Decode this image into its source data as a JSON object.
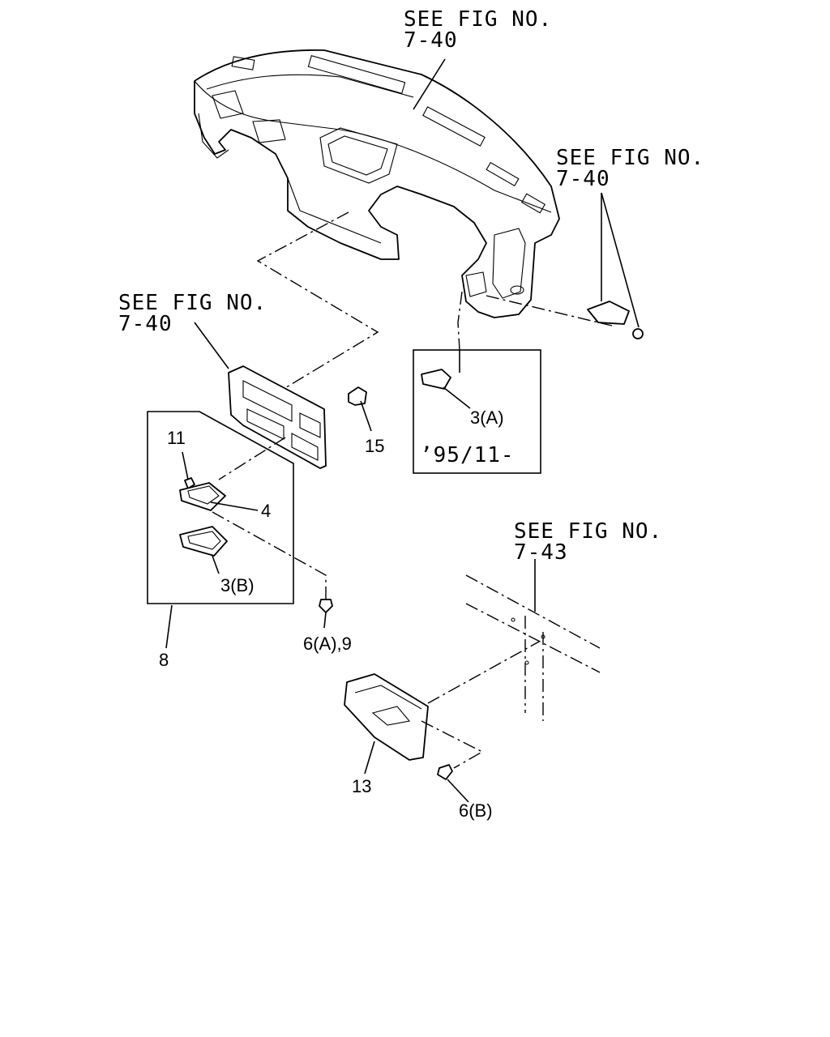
{
  "references": {
    "top": {
      "line1": "SEE FIG NO.",
      "line2": "7-40"
    },
    "right": {
      "line1": "SEE FIG NO.",
      "line2": "7-40"
    },
    "left": {
      "line1": "SEE FIG NO.",
      "line2": "7-40"
    },
    "lower_right": {
      "line1": "SEE FIG NO.",
      "line2": "7-43"
    }
  },
  "callouts": {
    "p3a": "3(A)",
    "date_range": "’95/11-",
    "p15": "15",
    "p11": "11",
    "p4": "4",
    "p3b": "3(B)",
    "p6a9": "6(A),9",
    "p8": "8",
    "p13": "13",
    "p6b": "6(B)"
  }
}
